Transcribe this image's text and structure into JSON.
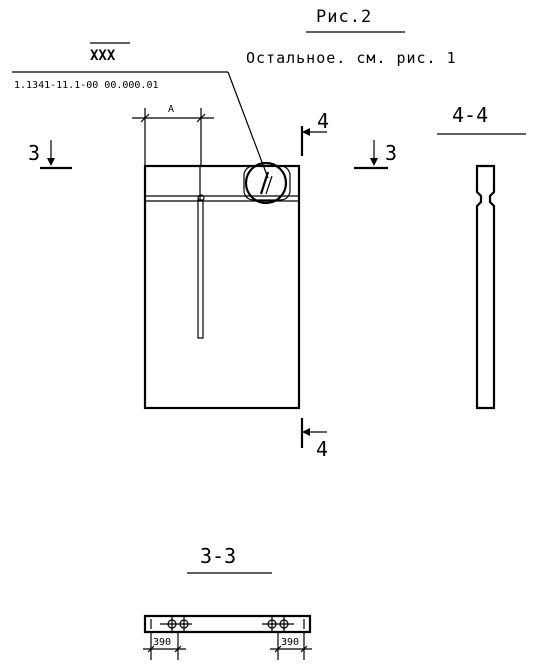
{
  "figure": {
    "title": "Рис.2",
    "note": "Остальное. см. рис. 1"
  },
  "leader": {
    "mark": "XXX",
    "code": "1.1341-11.1-00 00.000.01"
  },
  "elevation": {
    "dim_label": "A",
    "section_marks": {
      "left": "3",
      "right": "3",
      "top": "4",
      "bottom": "4"
    }
  },
  "section_4_4": {
    "label": "4-4"
  },
  "section_3_3": {
    "label": "3-3",
    "dim_left": "390",
    "dim_right": "390"
  },
  "colors": {
    "ink": "#000000",
    "paper": "#ffffff"
  }
}
